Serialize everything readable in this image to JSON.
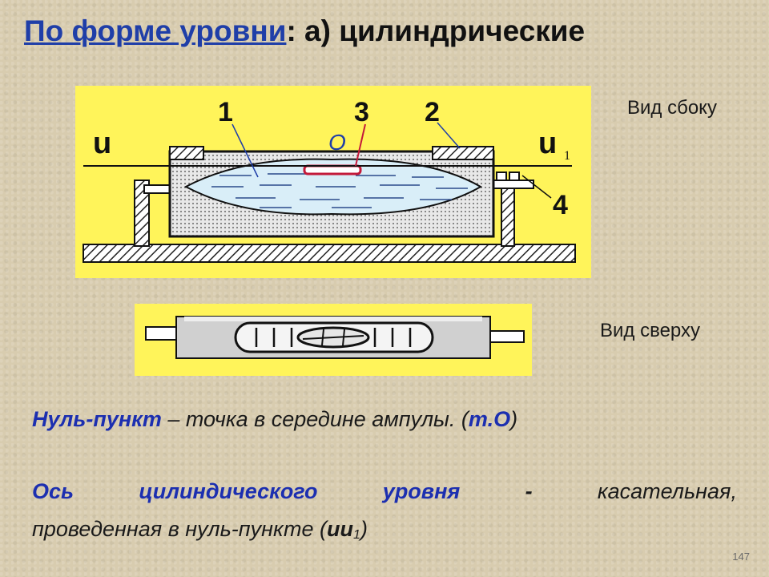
{
  "slide": {
    "title_accent": "По форме уровни",
    "title_rest": ": а) цилиндрические",
    "side_view_label": "Вид сбоку",
    "top_view_label": "Вид сверху",
    "diagram_labels": {
      "n1": "1",
      "n2": "2",
      "n3": "3",
      "n4": "4",
      "u_left": "u",
      "u_right": "u",
      "u_right_sub": "1",
      "zero": "O"
    },
    "null_point": {
      "term": "Нуль-пункт",
      "definition_1": " – точка в середине ампулы. (",
      "point": "т.О",
      "definition_2": ")"
    },
    "axis": {
      "words": [
        "Ось",
        "цилиндического",
        "уровня",
        "-",
        "касательная,"
      ],
      "line2_text": "проведенная в нуль-пункте (",
      "uu": "uu",
      "sub": "1",
      "close": ")"
    },
    "page_number": "147",
    "colors": {
      "figure_bg": "#fff45a",
      "accent": "#1c2fb0",
      "slide_bg": "#d8ccaf"
    }
  }
}
